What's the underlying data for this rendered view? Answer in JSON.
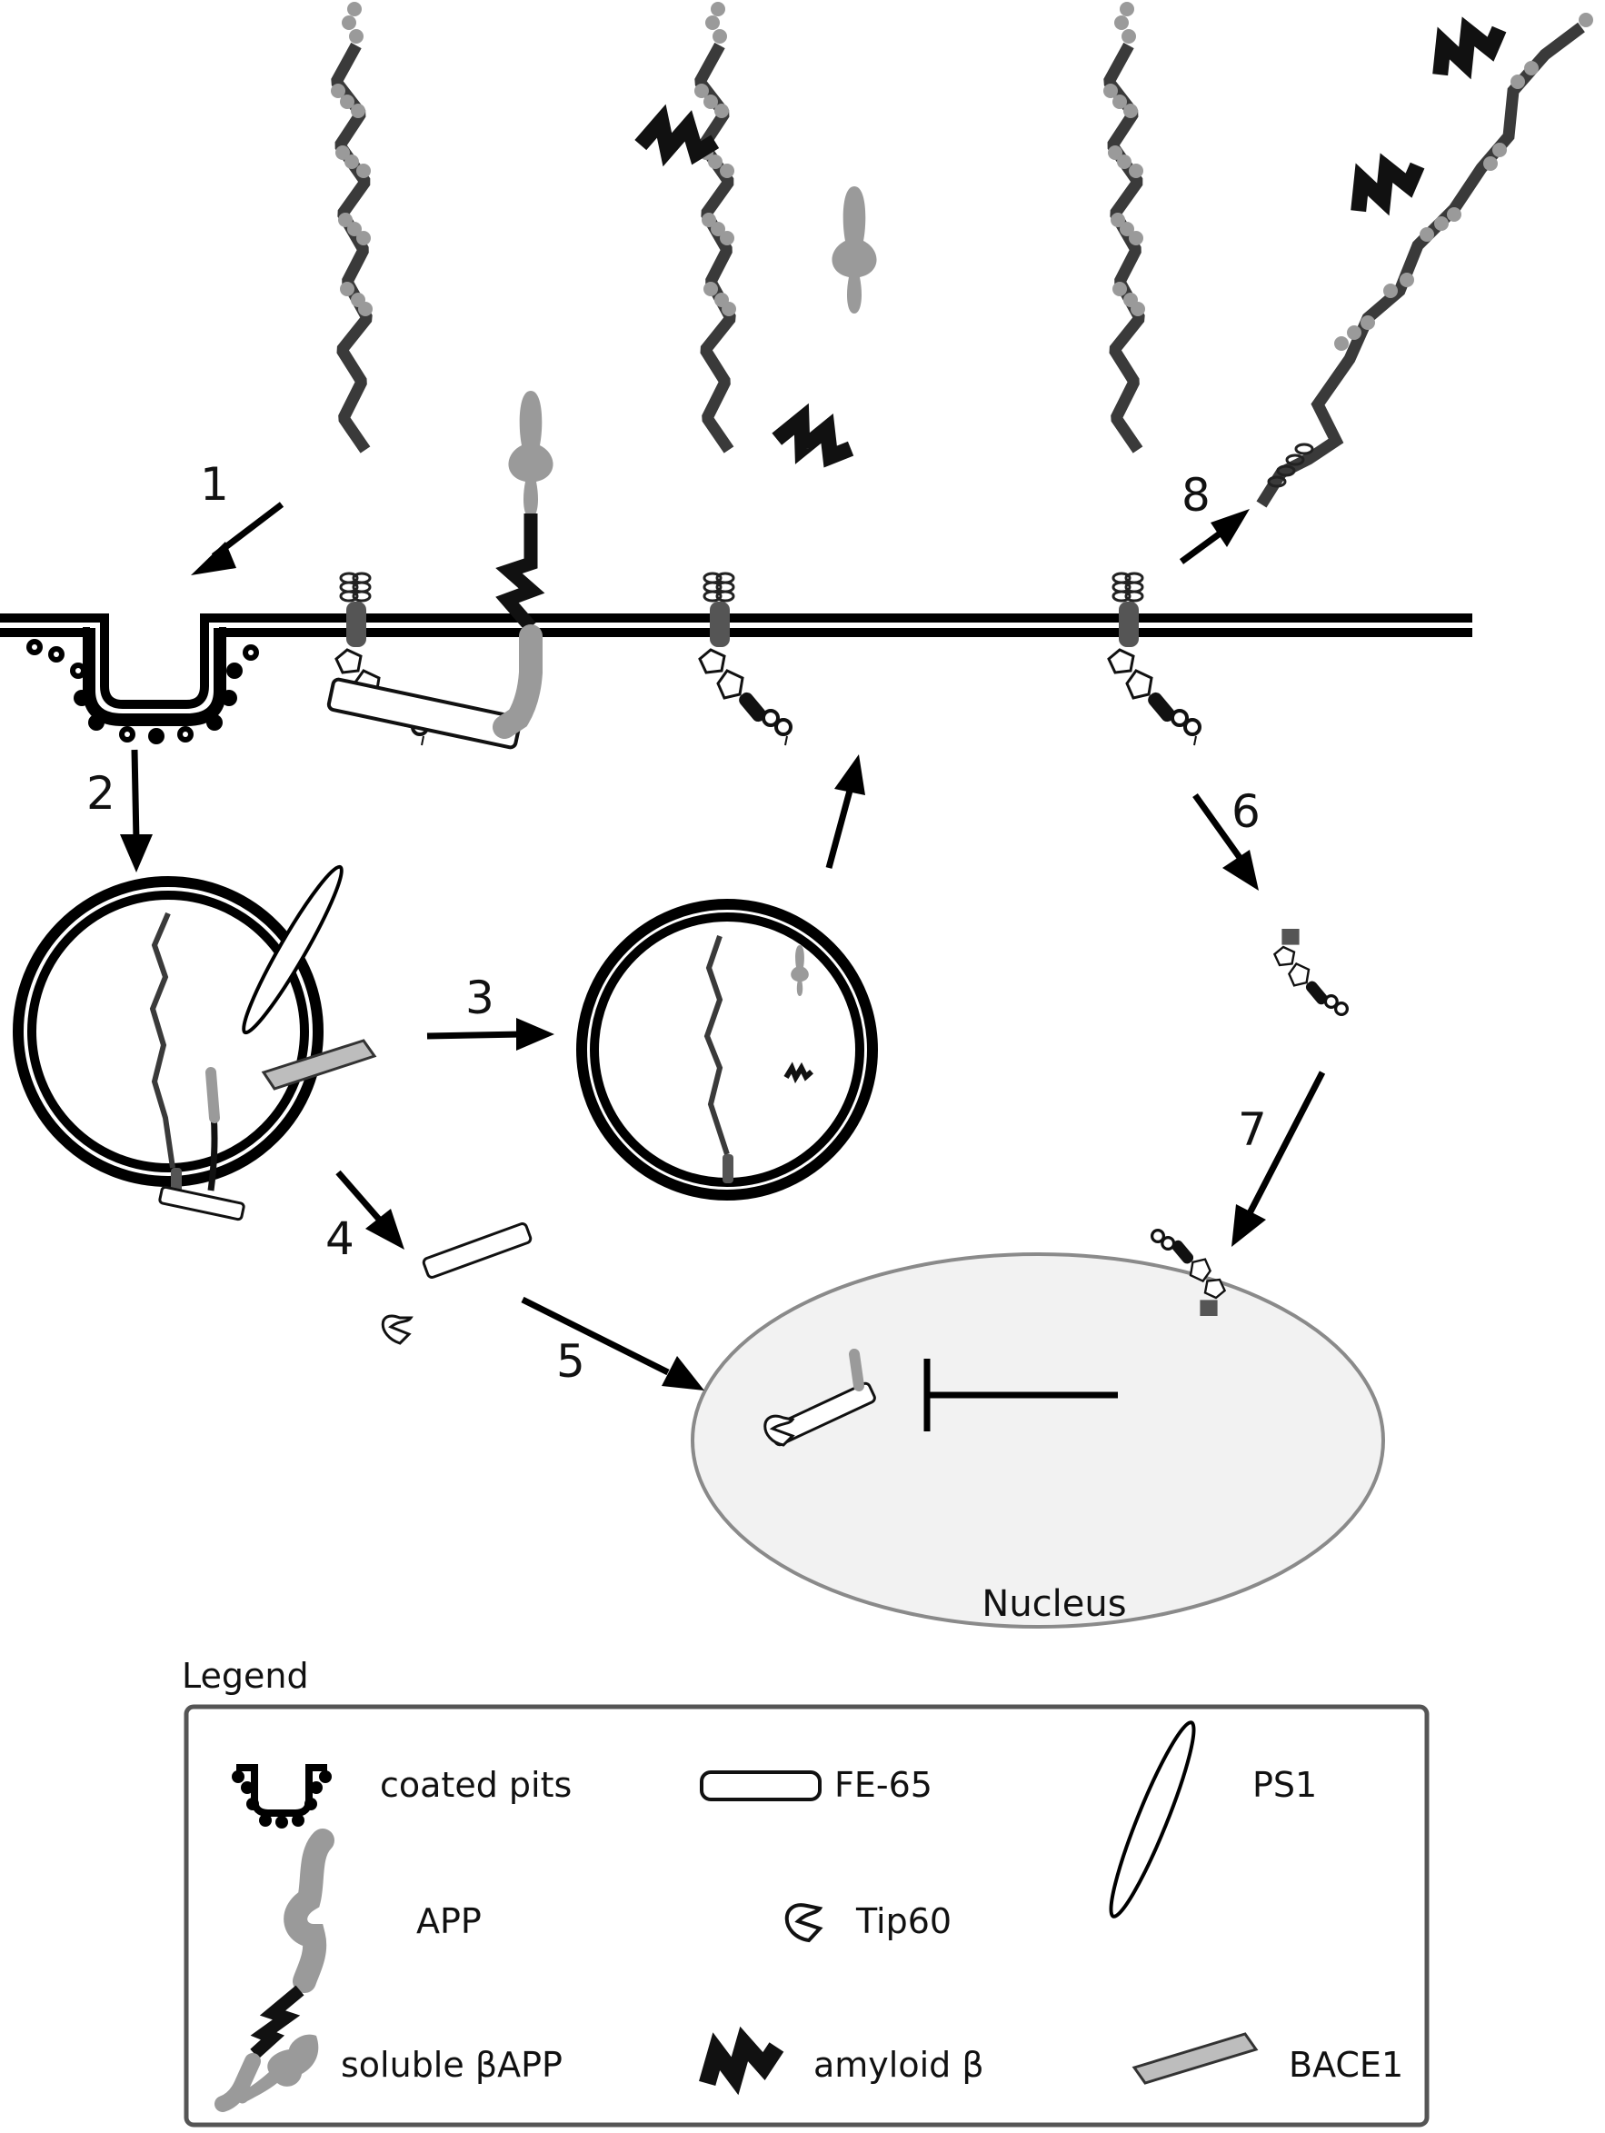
{
  "steps": [
    "1",
    "2",
    "3",
    "4",
    "5",
    "6",
    "7",
    "8"
  ],
  "nucleus": {
    "label": "Nucleus"
  },
  "legend": {
    "title": "Legend",
    "items": [
      {
        "icon": "coated-pit-icon",
        "label": "coated pits"
      },
      {
        "icon": "fe65-icon",
        "label": "FE-65"
      },
      {
        "icon": "ps1-icon",
        "label": "PS1"
      },
      {
        "icon": "app-icon",
        "label": "APP"
      },
      {
        "icon": "tip60-icon",
        "label": "Tip60"
      },
      {
        "icon": "soluble-bapp-icon",
        "label": "soluble βAPP"
      },
      {
        "icon": "amyloid-beta-icon",
        "label": "amyloid β"
      },
      {
        "icon": "bace1-icon",
        "label": "BACE1"
      }
    ]
  },
  "colors": {
    "membrane": "#000000",
    "chain_dark": "#3a3a3a",
    "chain_light": "#9a9a9a",
    "soluble": "#9a9a9a",
    "nucleus_fill": "#f2f2f2",
    "nucleus_stroke": "#8a8a8a",
    "legend_stroke": "#555555",
    "bace1": "#bdbdbd"
  }
}
